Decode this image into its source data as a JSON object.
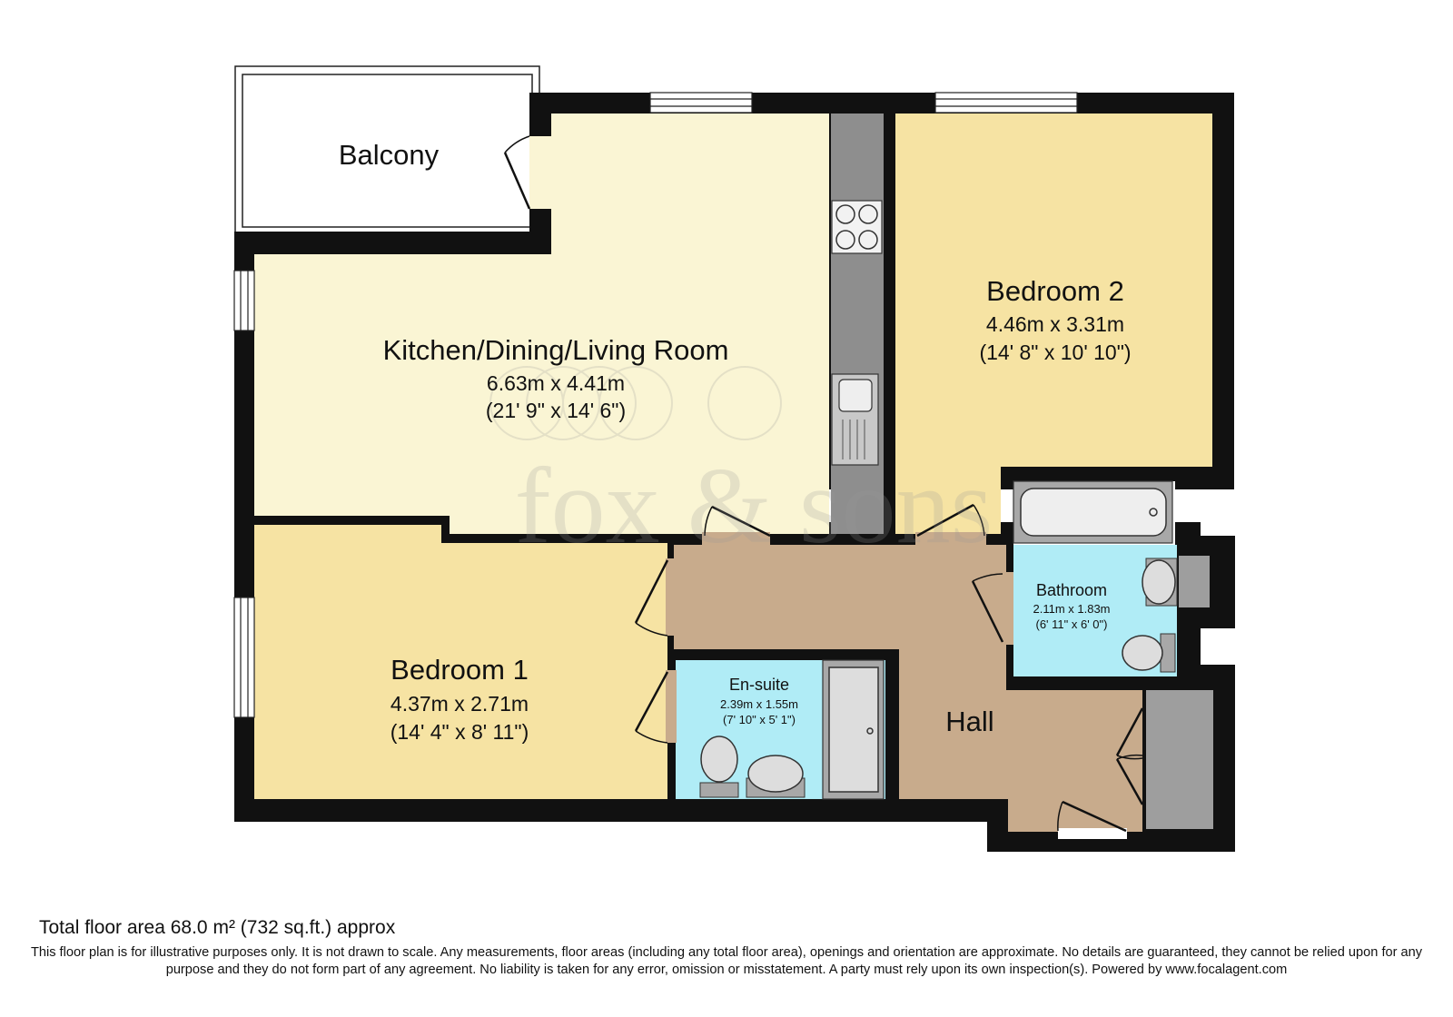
{
  "rooms": {
    "balcony": {
      "name": "Balcony"
    },
    "kitchen": {
      "name": "Kitchen/Dining/Living Room",
      "metric": "6.63m x 4.41m",
      "imperial": "(21' 9\" x 14' 6\")"
    },
    "bedroom2": {
      "name": "Bedroom 2",
      "metric": "4.46m x 3.31m",
      "imperial": "(14' 8\" x 10' 10\")"
    },
    "bedroom1": {
      "name": "Bedroom 1",
      "metric": "4.37m x 2.71m",
      "imperial": "(14' 4\" x 8' 11\")"
    },
    "ensuite": {
      "name": "En-suite",
      "metric": "2.39m x 1.55m",
      "imperial": "(7' 10\" x 5' 1\")"
    },
    "bathroom": {
      "name": "Bathroom",
      "metric": "2.11m x 1.83m",
      "imperial": "(6' 11\" x 6' 0\")"
    },
    "hall": {
      "name": "Hall"
    }
  },
  "watermark": "fox & sons",
  "footer": {
    "total_area": "Total floor area 68.0 m² (732 sq.ft.) approx",
    "disclaimer": "This floor plan is for illustrative purposes only. It is not drawn to scale. Any measurements, floor areas (including any total floor area), openings and orientation are approximate. No details are guaranteed, they cannot be relied upon for any purpose and they do not form part of any agreement. No liability is taken for any error, omission or misstatement. A party must rely upon its own inspection(s). Powered by www.focalagent.com"
  },
  "colors": {
    "wall": "#111111",
    "kitchen": "#faf5d4",
    "bedroom": "#f6e3a3",
    "hall": "#c8ab8c",
    "wet_room": "#b0ecf6",
    "fixture": "#a0a0a0",
    "worktop": "#8e8e8e"
  },
  "icons": [
    "hob-icon",
    "sink-icon",
    "bath-icon",
    "toilet-icon",
    "shower-tray-icon",
    "basin-icon",
    "door-swing-icon",
    "window-icon"
  ]
}
